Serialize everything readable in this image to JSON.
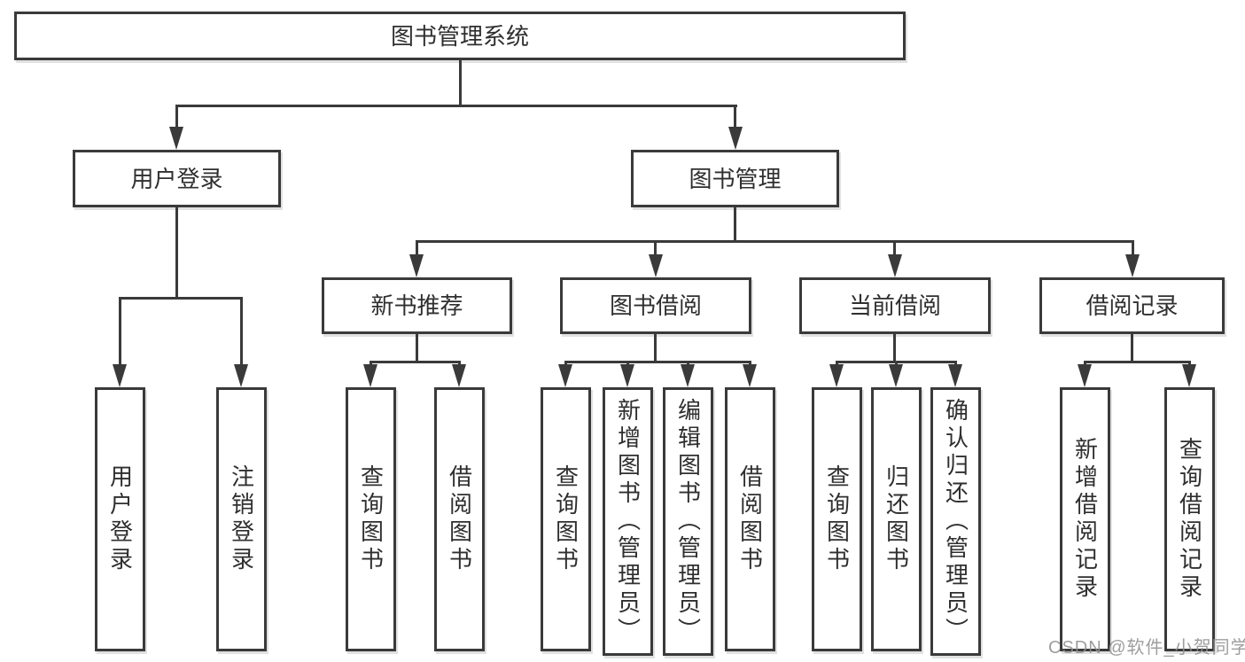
{
  "tree": {
    "root": {
      "label": "图书管理系统"
    },
    "branches": [
      {
        "label": "用户登录",
        "children": [
          {
            "label": "用户登录"
          },
          {
            "label": "注销登录"
          }
        ]
      },
      {
        "label": "图书管理",
        "children": [
          {
            "label": "新书推荐",
            "children": [
              {
                "label": "查询图书"
              },
              {
                "label": "借阅图书"
              }
            ]
          },
          {
            "label": "图书借阅",
            "children": [
              {
                "label": "查询图书"
              },
              {
                "label": "新增图书（管理员）"
              },
              {
                "label": "编辑图书（管理员）"
              },
              {
                "label": "借阅图书"
              }
            ]
          },
          {
            "label": "当前借阅",
            "children": [
              {
                "label": "查询图书"
              },
              {
                "label": "归还图书"
              },
              {
                "label": "确认归还（管理员）"
              }
            ]
          },
          {
            "label": "借阅记录",
            "children": [
              {
                "label": "新增借阅记录"
              },
              {
                "label": "查询借阅记录"
              }
            ]
          }
        ]
      }
    ]
  },
  "watermark": {
    "text": "CSDN @软件_小贺同学"
  },
  "colors": {
    "line": "#3a3a3a",
    "box_border": "#3a3a3a",
    "text": "#2f2f2f",
    "watermark": "#919191",
    "background": "#ffffff"
  }
}
